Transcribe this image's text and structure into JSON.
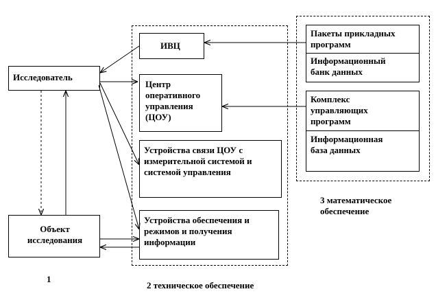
{
  "nodes": {
    "researcher": "Исследователь",
    "object": "Объект\nисследования",
    "ivc": "ИВЦ",
    "center": "Центр\nоперативного\nуправления\n(ЦОУ)",
    "comm": "Устройства связи ЦОУ с\nизмерительной системой и\nсистемой управления",
    "devices": "Устройства обеспечения и\nрежимов и получения\nинформации",
    "packages": "Пакеты прикладных\nпрограмм",
    "info_bank": "Информационный\nбанк данных",
    "complex": "Комплекс\nуправляющих\nпрограмм",
    "info_base": "Информационная\nбаза данных"
  },
  "labels": {
    "one": "1",
    "tech": "2 техническое обеспечение",
    "math": "3 математическое\nобеспечение"
  }
}
